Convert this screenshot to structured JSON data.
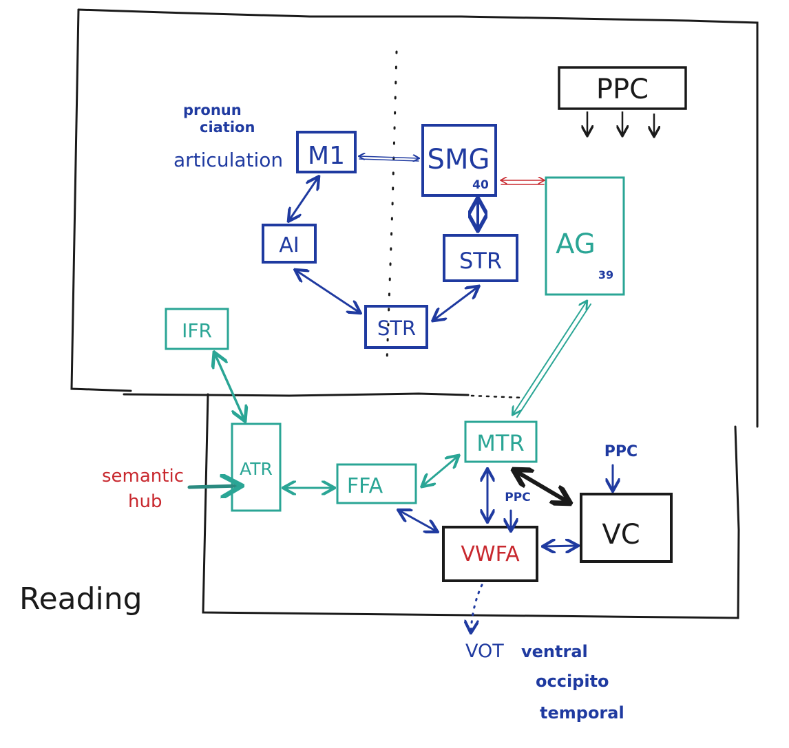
{
  "title": "Reading",
  "colors": {
    "blue": "#1f3aa0",
    "teal": "#2aa595",
    "red": "#c8282e",
    "black": "#1a1a1a"
  },
  "annotations": {
    "pronunciation_line1": "pronun",
    "pronunciation_line2": "ciation",
    "articulation": "articulation",
    "semantic_line1": "semantic",
    "semantic_line2": "hub",
    "vot": "VOT",
    "vot_line1": "ventral",
    "vot_line2": "occipito",
    "vot_line3": "temporal",
    "ppc_small_1": "PPC",
    "ppc_small_2": "PPC"
  },
  "nodes": {
    "ppc": {
      "label": "PPC"
    },
    "m1": {
      "label": "M1"
    },
    "smg": {
      "label": "SMG",
      "ba": "40"
    },
    "ai": {
      "label": "AI"
    },
    "str_right": {
      "label": "STR"
    },
    "str_bottom": {
      "label": "STR"
    },
    "ag": {
      "label": "AG",
      "ba": "39"
    },
    "ifr": {
      "label": "IFR"
    },
    "atr": {
      "label": "ATR"
    },
    "ffa": {
      "label": "FFA"
    },
    "mtr": {
      "label": "MTR"
    },
    "vwfa": {
      "label": "VWFA"
    },
    "vc": {
      "label": "VC"
    }
  },
  "edges": [
    {
      "from": "M1",
      "to": "SMG",
      "style": "double-line bidirectional",
      "color": "blue"
    },
    {
      "from": "M1",
      "to": "AI",
      "style": "bidirectional",
      "color": "blue"
    },
    {
      "from": "AI",
      "to": "STR",
      "style": "bidirectional",
      "color": "blue"
    },
    {
      "from": "STR",
      "to": "STR",
      "style": "bidirectional",
      "color": "blue"
    },
    {
      "from": "SMG",
      "to": "STR",
      "style": "bidirectional",
      "color": "blue"
    },
    {
      "from": "SMG",
      "to": "AG",
      "style": "double-line bidirectional",
      "color": "red"
    },
    {
      "from": "AG",
      "to": "MTR",
      "style": "double-line bidirectional",
      "color": "teal"
    },
    {
      "from": "IFR",
      "to": "ATR",
      "style": "bidirectional",
      "color": "teal"
    },
    {
      "from": "semantic hub",
      "to": "ATR",
      "style": "arrow",
      "color": "teal"
    },
    {
      "from": "FFA",
      "to": "ATR",
      "style": "bidirectional",
      "color": "teal"
    },
    {
      "from": "FFA",
      "to": "MTR",
      "style": "bidirectional",
      "color": "teal"
    },
    {
      "from": "FFA",
      "to": "VWFA",
      "style": "bidirectional",
      "color": "blue"
    },
    {
      "from": "MTR",
      "to": "VWFA",
      "style": "bidirectional",
      "color": "blue"
    },
    {
      "from": "MTR",
      "to": "VC",
      "style": "bidirectional bold",
      "color": "black"
    },
    {
      "from": "VWFA",
      "to": "VC",
      "style": "bidirectional",
      "color": "blue"
    },
    {
      "from": "PPC",
      "to": "VWFA",
      "style": "arrow",
      "color": "blue"
    },
    {
      "from": "PPC",
      "to": "VC",
      "style": "arrow",
      "color": "blue"
    },
    {
      "from": "VWFA",
      "to": "VOT",
      "style": "dotted arrow",
      "color": "blue"
    }
  ]
}
